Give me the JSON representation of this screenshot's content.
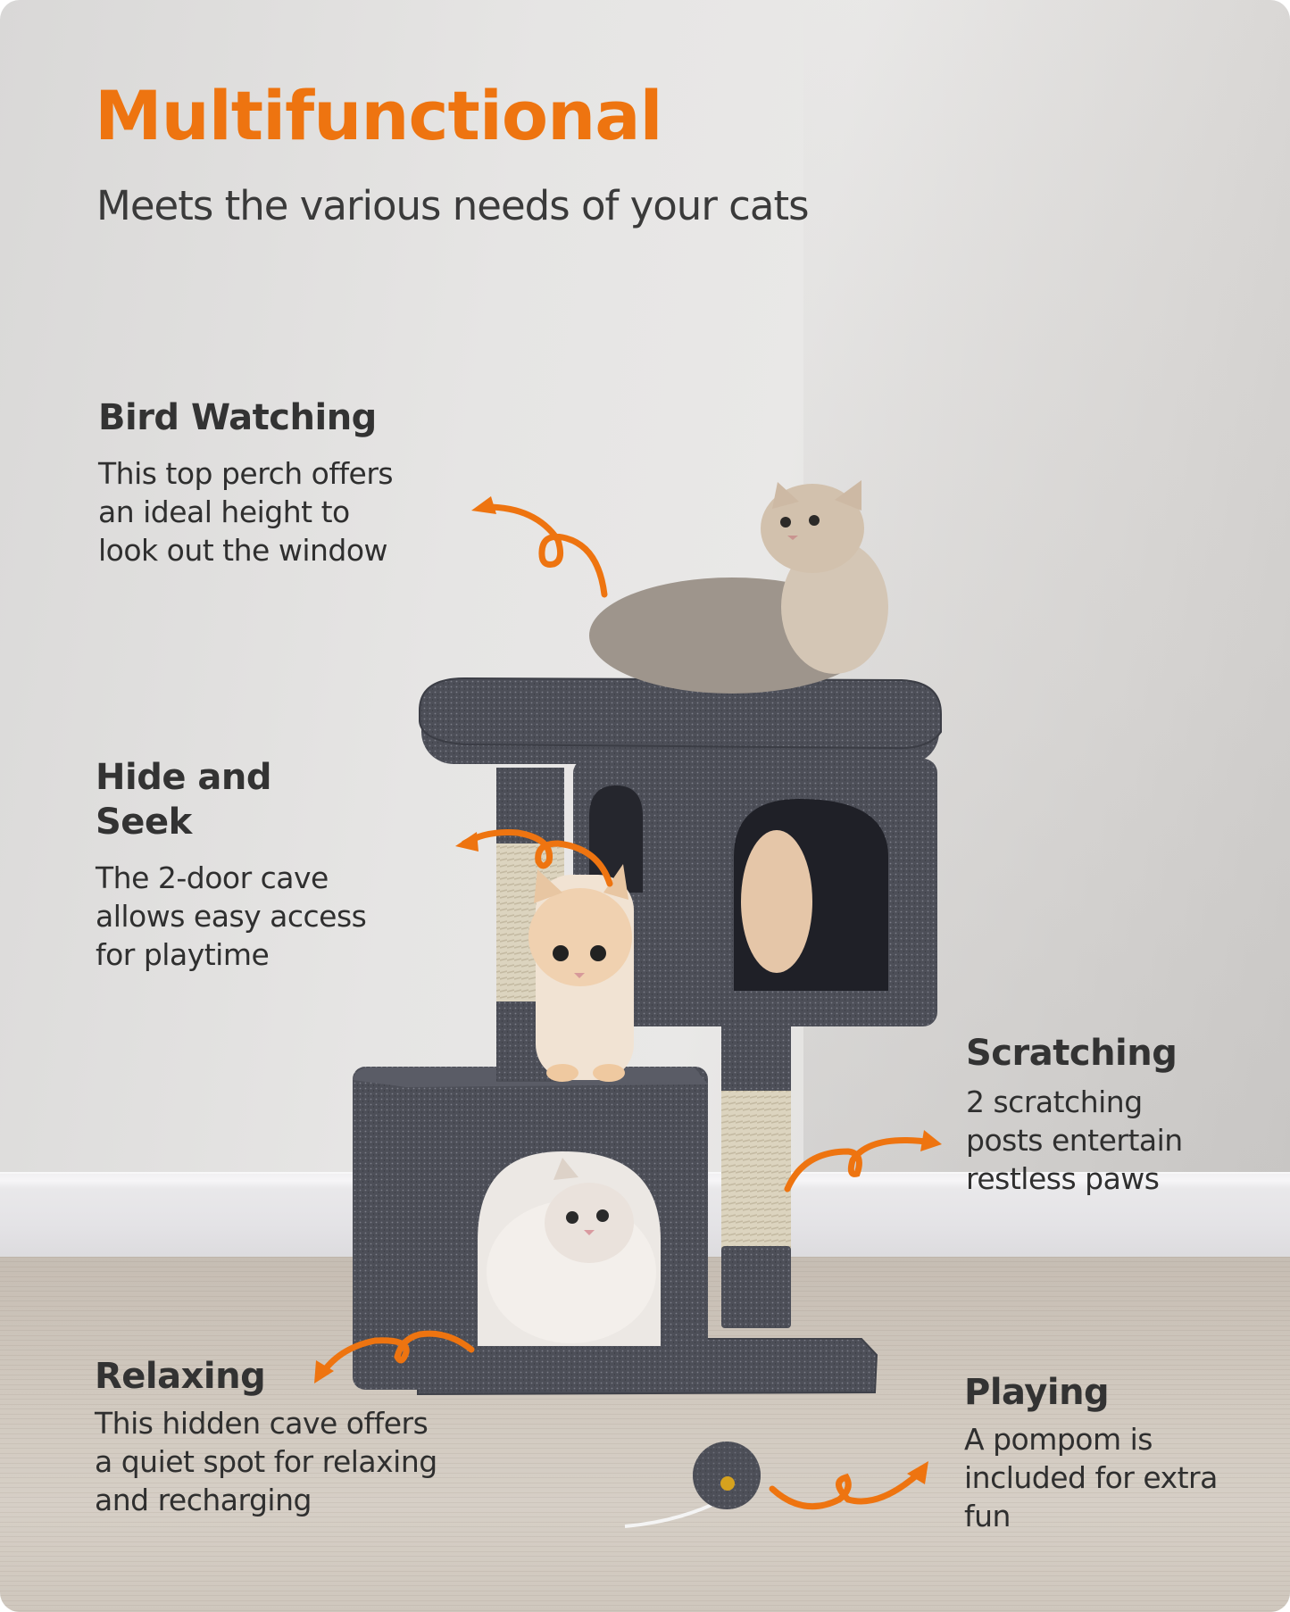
{
  "header": {
    "title": "Multifunctional",
    "subtitle": "Meets the various needs of your cats"
  },
  "features": [
    {
      "id": "bird-watching",
      "title": "Bird Watching",
      "description": "This top perch offers\nan ideal height to\nlook out the window"
    },
    {
      "id": "hide-and-seek",
      "title": "Hide and\nSeek",
      "description": "The 2-door cave\nallows easy access\nfor playtime"
    },
    {
      "id": "scratching",
      "title": "Scratching",
      "description": "2 scratching\nposts entertain\nrestless paws"
    },
    {
      "id": "relaxing",
      "title": "Relaxing",
      "description": "This hidden cave offers\na quiet spot for relaxing\nand recharging"
    },
    {
      "id": "playing",
      "title": "Playing",
      "description": "A pompom is\nincluded for extra\nfun"
    }
  ],
  "colors": {
    "accent": "#ee7410",
    "text": "#333333",
    "plush": "#4a4c55",
    "sisal": "#d8d0bb",
    "floor": "#d1c9bf",
    "wall": "#e6e5e4"
  },
  "icons": {
    "arrow": "curly-arrow-icon",
    "pompom": "pompom-toy-icon"
  }
}
